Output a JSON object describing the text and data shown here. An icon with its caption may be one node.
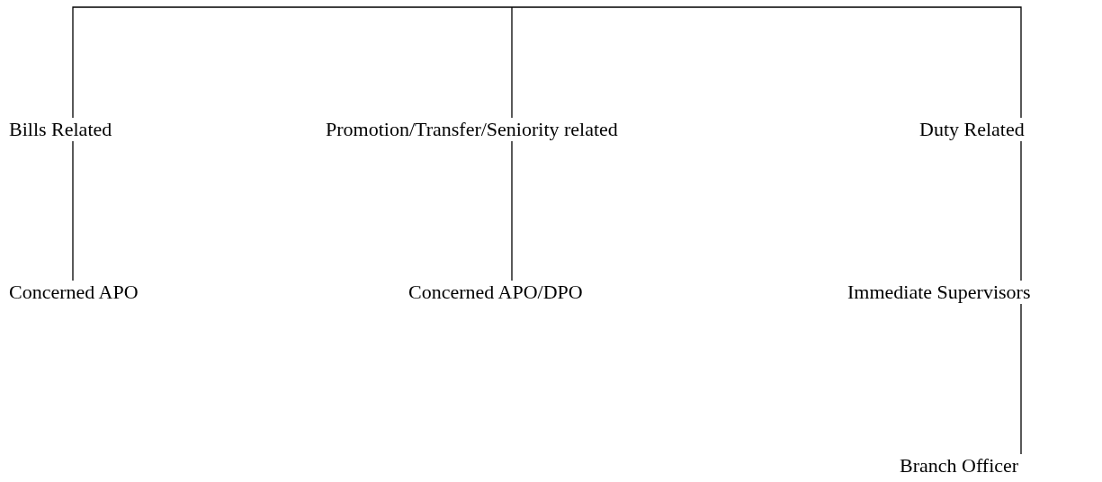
{
  "diagram": {
    "nodes": [
      {
        "text": [
          "Bills Related"
        ]
      },
      {
        "text": [
          "Promotion/Transfer/Seniority related"
        ]
      },
      {
        "text": [
          "Duty Related"
        ]
      },
      {
        "text": [
          "Concerned APO"
        ]
      },
      {
        "text": [
          "Concerned APO/DPO"
        ]
      },
      {
        "text": [
          "Immediate Supervisors"
        ]
      },
      {
        "text": [
          "Branch Officer"
        ]
      }
    ],
    "edges": [
      {
        "from": null,
        "to": 0,
        "arrow": "none"
      },
      {
        "from": null,
        "to": 1,
        "arrow": "none"
      },
      {
        "from": null,
        "to": 2,
        "arrow": "none"
      },
      {
        "from": 0,
        "to": 3,
        "arrow": "none"
      },
      {
        "from": 1,
        "to": 4,
        "arrow": "none"
      },
      {
        "from": 2,
        "to": 5,
        "arrow": "none"
      },
      {
        "from": 5,
        "to": 6,
        "arrow": "none"
      }
    ]
  }
}
